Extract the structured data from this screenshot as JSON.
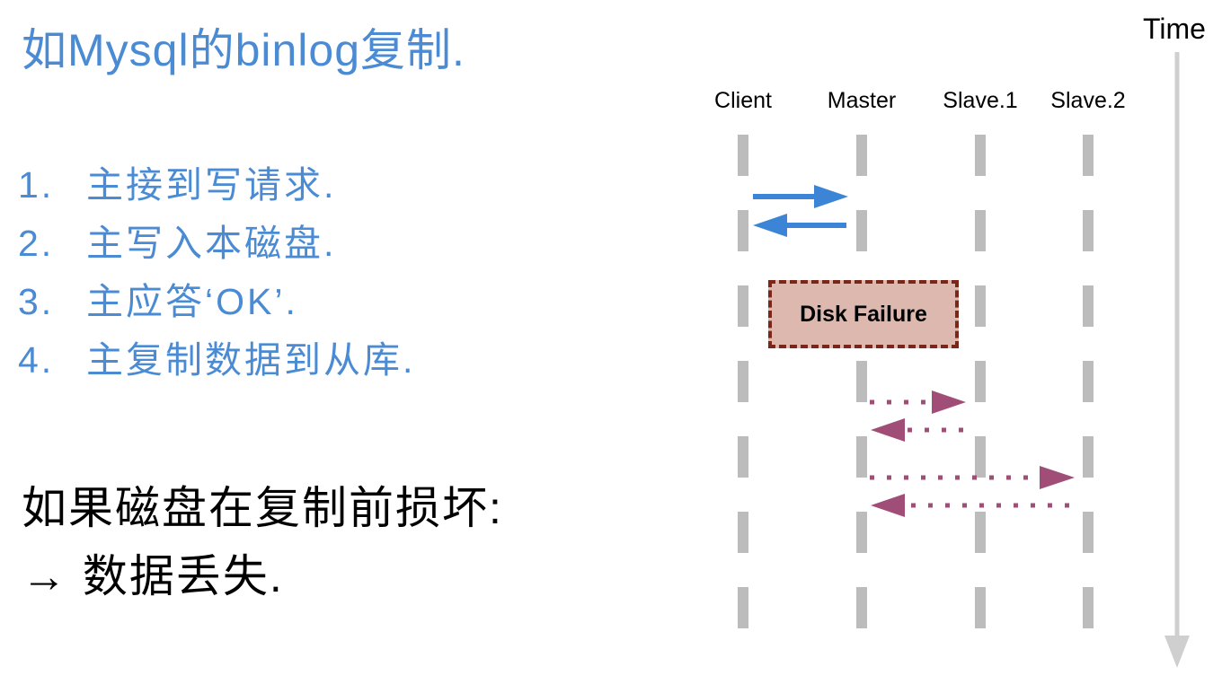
{
  "title": "如Mysql的binlog复制.",
  "steps": [
    {
      "num": "1.",
      "text": "主接到写请求."
    },
    {
      "num": "2.",
      "text": "主写入本磁盘."
    },
    {
      "num": "3.",
      "text": "主应答‘OK’."
    },
    {
      "num": "4.",
      "text": "主复制数据到从库."
    }
  ],
  "consequence": {
    "line1": "如果磁盘在复制前损坏:",
    "line2": "→ 数据丢失."
  },
  "diagram": {
    "time_label": "Time",
    "columns": [
      "Client",
      "Master",
      "Slave.1",
      "Slave.2"
    ],
    "failure_label": "Disk Failure",
    "colors": {
      "lifeline": "#bcbcbc",
      "client_arrows": "#3c85d6",
      "replication_arrows": "#a04e78",
      "failure_fill": "#dcb8ae",
      "failure_border": "#7a2619",
      "time_axis": "#cfcfcf"
    }
  }
}
